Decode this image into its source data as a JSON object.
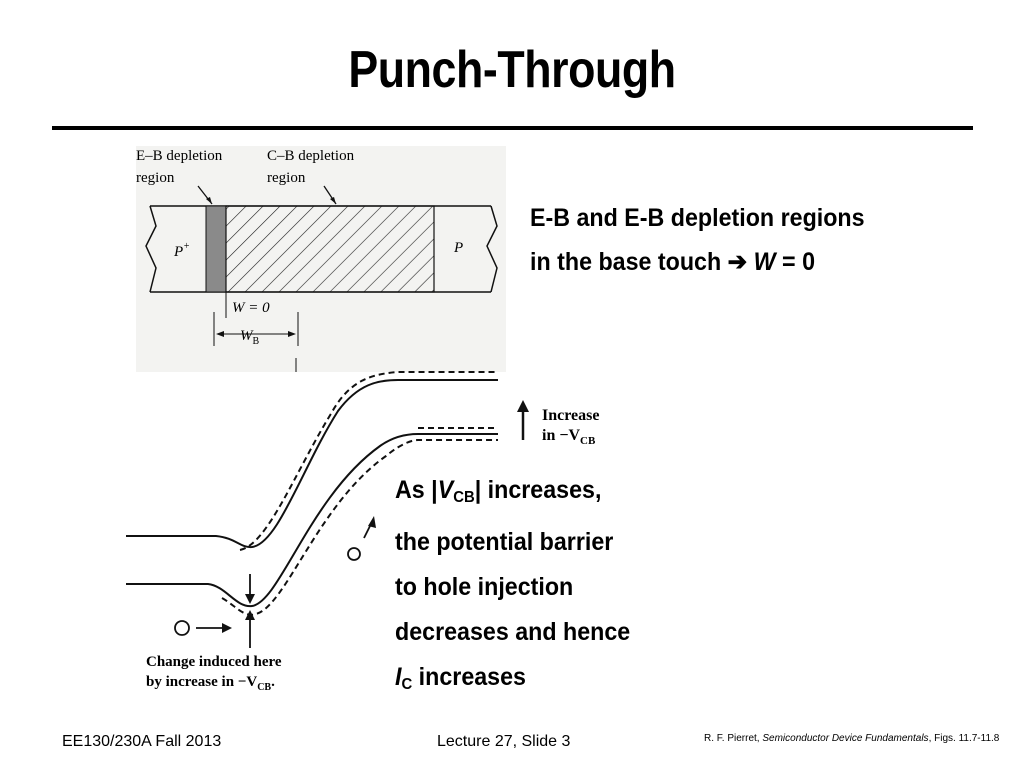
{
  "slide": {
    "title": "Punch-Through"
  },
  "figure_top": {
    "eb_label_line1": "E–B depletion",
    "eb_label_line2": "region",
    "cb_label_line1": "C–B depletion",
    "cb_label_line2": "region",
    "p_plus": "P",
    "p_plus_sup": "+",
    "p_right": "P",
    "w_zero": "W = 0",
    "w_b": "W",
    "w_b_sub": "B"
  },
  "figure_bottom": {
    "increase_line1": "Increase",
    "increase_line2_prefix": "in −V",
    "increase_line2_sub": "CB",
    "change_line1": "Change induced here",
    "change_line2_prefix": "by increase in −V",
    "change_line2_sub": "CB",
    "change_line2_suffix": "."
  },
  "bullet1": {
    "line1": "E-B and E-B depletion regions",
    "line2_prefix": "in the base touch",
    "arrow": "➔",
    "var": "W",
    "line2_suffix": " = 0"
  },
  "bullet2": {
    "l1_prefix": "As |",
    "l1_var": "V",
    "l1_sub": "CB",
    "l1_suffix": "| increases,",
    "l2": "the potential barrier",
    "l3": "to hole injection",
    "l4": "decreases and hence",
    "l5_var": "I",
    "l5_sub": "C",
    "l5_suffix": " increases"
  },
  "footer": {
    "left": "EE130/230A Fall 2013",
    "center": "Lecture 27, Slide 3",
    "right_prefix": "R. F. Pierret, ",
    "right_italic": "Semiconductor Device Fundamentals",
    "right_suffix": ", Figs. 11.7-11.8"
  }
}
